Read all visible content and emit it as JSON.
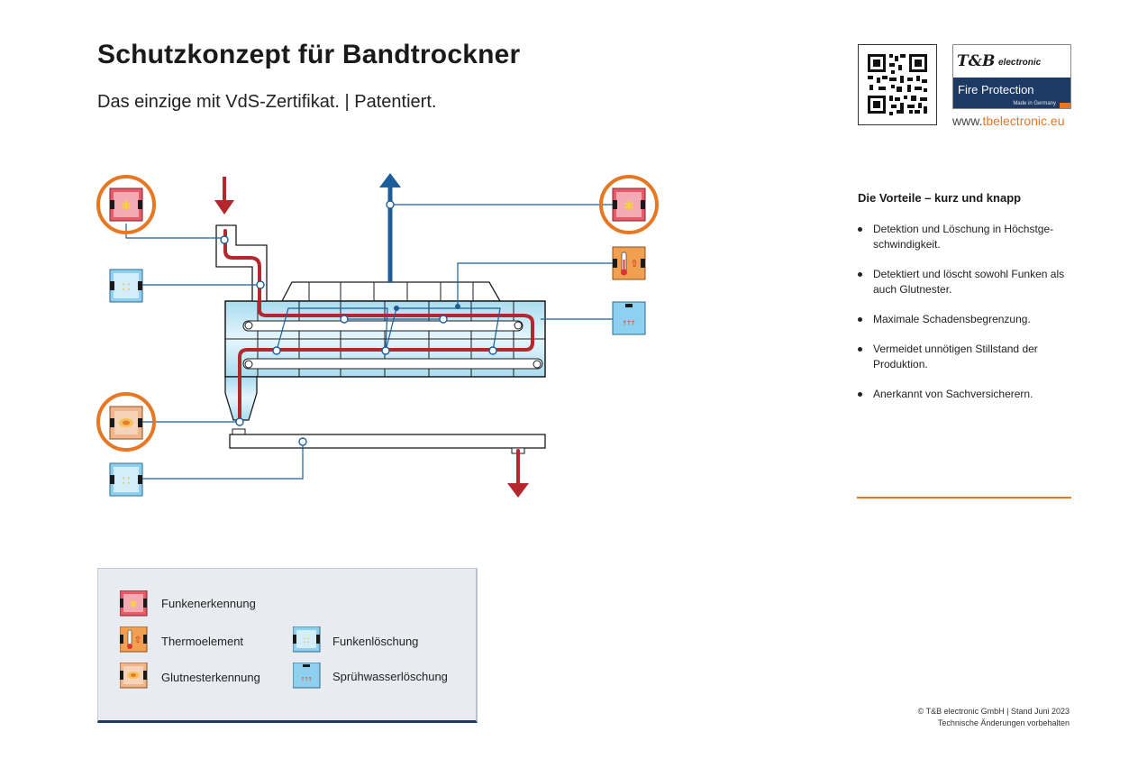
{
  "header": {
    "title": "Schutzkonzept für Bandtrockner",
    "subtitle": "Das einzige mit VdS-Zertifikat. | Patentiert."
  },
  "logo": {
    "brand": "T&B",
    "brand_sub": "electronic",
    "product": "Fire Protection",
    "made_in": "Made in Germany",
    "url_prefix": "www.",
    "url_domain": "tbelectronic.eu"
  },
  "advantages": {
    "title": "Die Vorteile – kurz und knapp",
    "items": [
      "Detektion und Löschung in Höchstge-schwindigkeit.",
      "Detektiert und löscht sowohl Funken als auch Glutnester.",
      "Maximale Schadensbegrenzung.",
      "Vermeidet unnötigen Stillstand der Produktion.",
      "Anerkannt von Sachversicherern."
    ]
  },
  "legend": {
    "items": [
      {
        "label": "Funkenerkennung",
        "icon": "spark-detection-icon"
      },
      {
        "label": "Thermoelement",
        "icon": "thermocouple-icon"
      },
      {
        "label": "Glutnesterkennung",
        "icon": "ember-detection-icon"
      },
      {
        "label": "Funkenlöschung",
        "icon": "spark-extinguishing-icon"
      },
      {
        "label": "Sprühwasserlöschung",
        "icon": "spray-water-extinguishing-icon"
      }
    ]
  },
  "footer": {
    "copyright": "© T&B electronic GmbH  |  Stand Juni 2023",
    "note": "Technische Änderungen vorbehalten"
  },
  "colors": {
    "accent_orange": "#e87722",
    "navy": "#1d3a64",
    "flow_red": "#b3272d",
    "air_blue": "#1b5e9a",
    "spark_red": "#e85a6a",
    "thermo_orange": "#f0a050",
    "ember_peach": "#f2b48a",
    "extinguish_blue": "#8ed0f0"
  }
}
